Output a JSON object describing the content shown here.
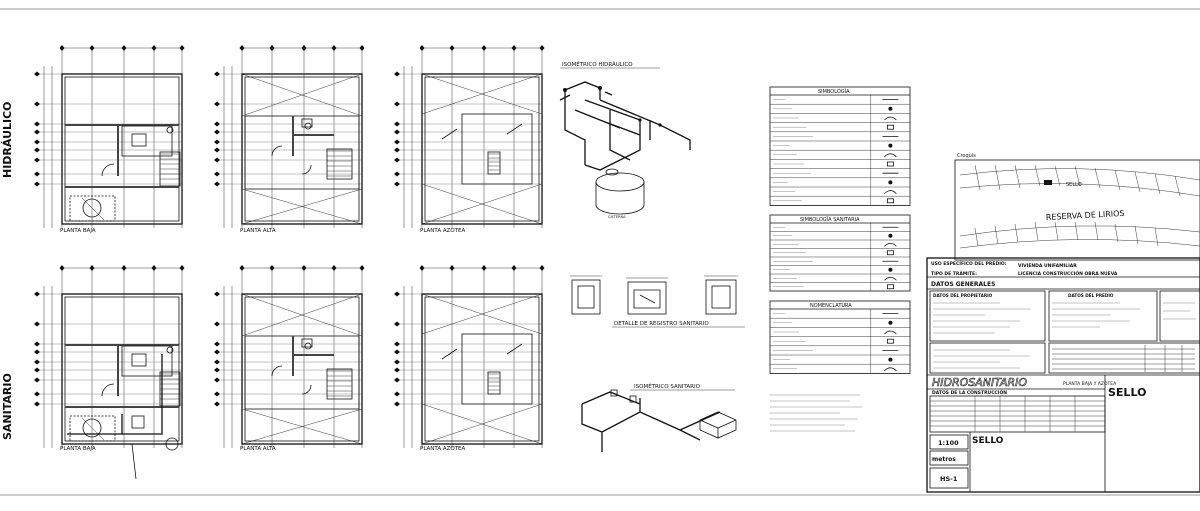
{
  "sheet": {
    "side_labels": {
      "top": "HIDRÁULICO",
      "bottom": "SANITARIO"
    },
    "plan_labels_top": [
      "PLANTA BAJA",
      "PLANTA ALTA",
      "PLANTA AZOTEA"
    ],
    "plan_labels_bottom": [
      "PLANTA BAJA",
      "PLANTA ALTA",
      "PLANTA AZOTEA"
    ]
  },
  "isometrics": {
    "hydraulic_title": "ISOMÉTRICO HIDRÁULICO",
    "sanitary_title": "ISOMÉTRICO SANITARIO",
    "registro_title": "DETALLE DE REGISTRO SANITARIO"
  },
  "legend": {
    "simbologia_title": "SIMBOLOGÍA",
    "simbologia_sanitaria_title": "SIMBOLOGÍA SANITARIA",
    "nomenclatura_title": "NOMENCLATURA",
    "simbologia_rows": 12,
    "sanitaria_rows": 8,
    "nomenclatura_rows": 7
  },
  "location": {
    "croquis_label": "Croquis",
    "street_name": "RESERVA DE LIRIOS",
    "lot_label": "SELLO"
  },
  "title_block": {
    "uso_label": "USO ESPECÍFICO DEL PREDIO:",
    "uso_value": "VIVIENDA UNIFAMILIAR",
    "tramite_label": "TIPO DE TRÁMITE:",
    "tramite_value": "LICENCIA CONSTRUCCIÓN OBRA NUEVA",
    "datos_generales": "DATOS GENERALES",
    "datos_propietario": "DATOS DEL PROPIETARIO",
    "datos_predio": "DATOS DEL PREDIO",
    "datos_construccion": "DATOS DE LA CONSTRUCCIÓN",
    "plan_title": "HIDROSANITARIO",
    "plan_subtitle": "PLANTA BAJA Y AZOTEA",
    "sello": "SELLO",
    "sello_small": "SELLO",
    "scale": "1:100",
    "units": "metros",
    "sheet_code": "HS-1"
  }
}
